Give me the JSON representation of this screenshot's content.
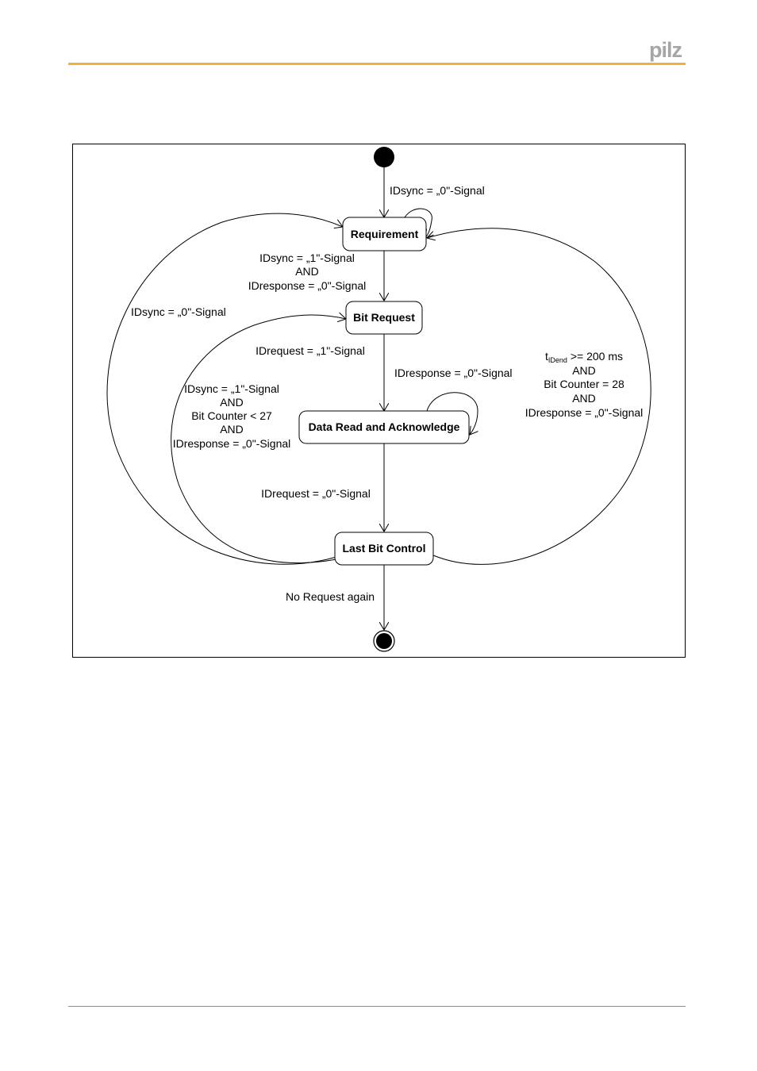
{
  "header": {
    "logo_text": "pilz",
    "accent_color": "#f2b233"
  },
  "diagram": {
    "states": {
      "requirement": "Requirement",
      "bit_request": "Bit Request",
      "data_read": "Data Read and Acknowledge",
      "last_bit_control": "Last Bit Control"
    },
    "transitions": {
      "start_to_requirement": "IDsync = „0\"-Signal",
      "requirement_to_bit_request": [
        "IDsync = „1\"-Signal",
        "AND",
        "IDresponse = „0\"-Signal"
      ],
      "last_to_requirement_left": "IDsync = „0\"-Signal",
      "bit_request_to_data_read": "IDrequest = „1\"-Signal",
      "data_read_self": "IDresponse = „0\"-Signal",
      "last_to_bit_request": [
        "IDsync = „1\"-Signal",
        "AND",
        "Bit Counter < 27",
        "AND",
        "IDresponse = „0\"-Signal"
      ],
      "last_to_requirement_right": {
        "t_symbol": "t",
        "t_subscript": "IDend",
        "t_condition": " >= 200 ms",
        "lines": [
          "AND",
          "Bit Counter = 28",
          "AND",
          "IDresponse = „0\"-Signal"
        ]
      },
      "data_read_to_last": "IDrequest = „0\"-Signal",
      "last_to_end": "No Request again"
    }
  }
}
